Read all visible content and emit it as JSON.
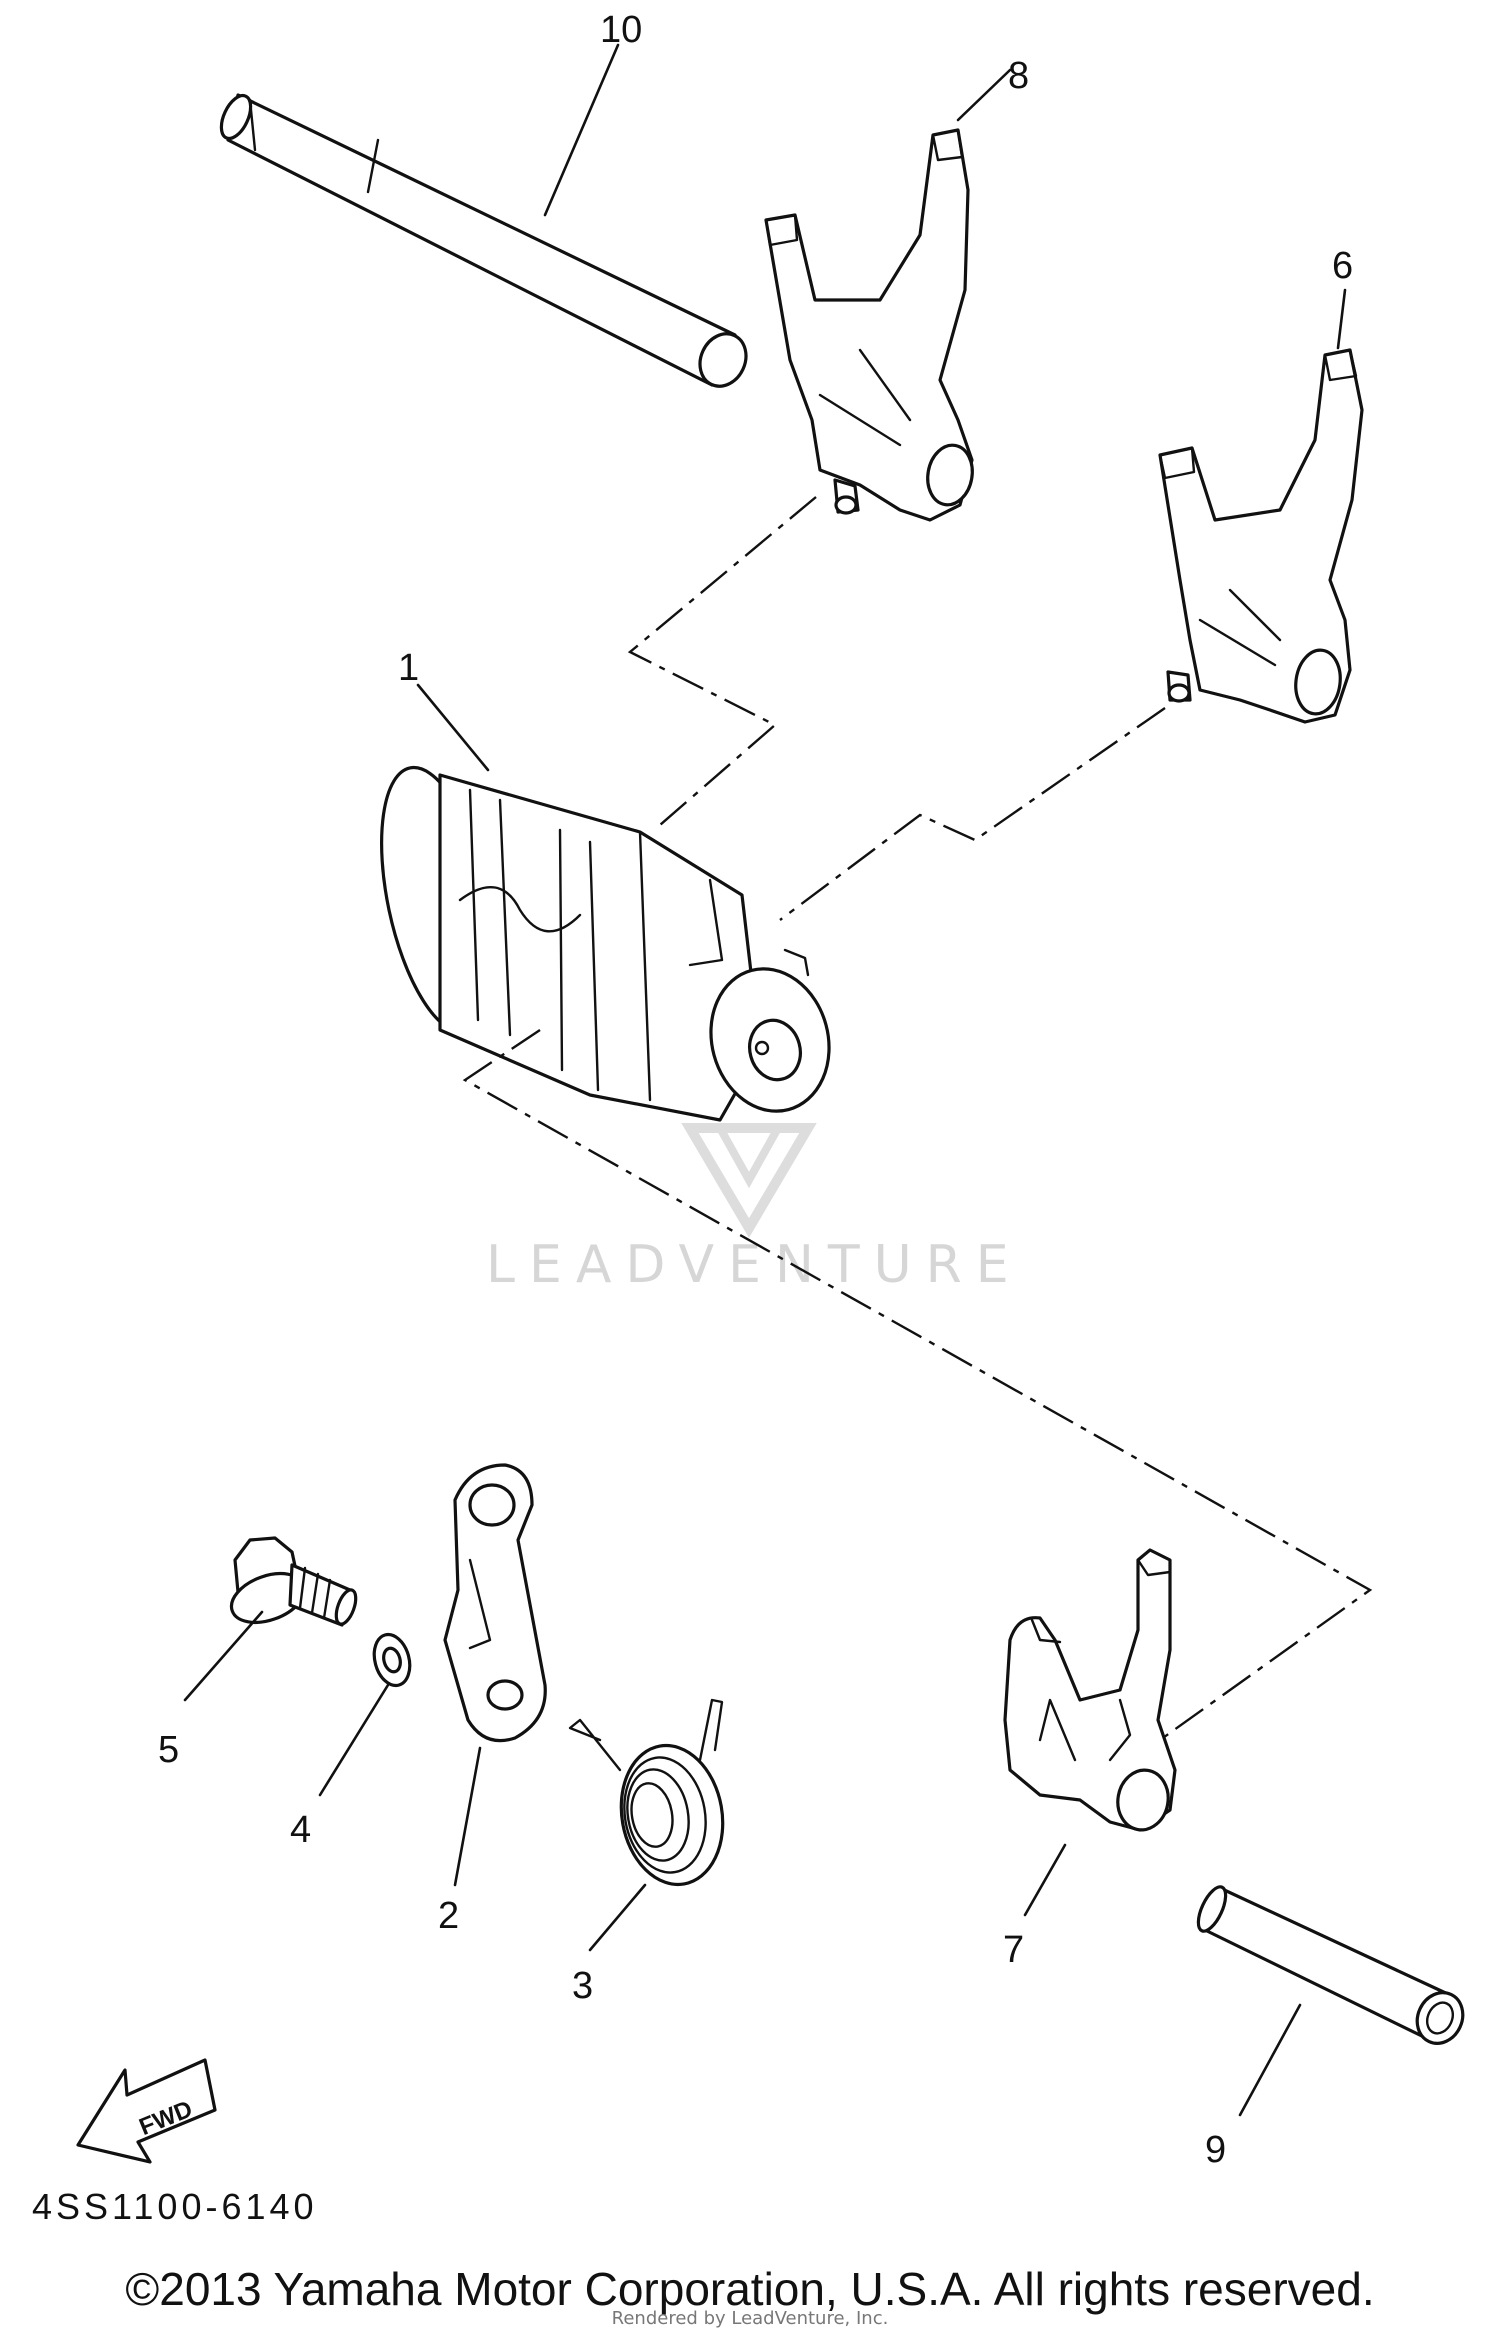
{
  "callouts": {
    "c1": "1",
    "c2": "2",
    "c3": "3",
    "c4": "4",
    "c5": "5",
    "c6": "6",
    "c7": "7",
    "c8": "8",
    "c9": "9",
    "c10": "10"
  },
  "fwd_label": "FWD",
  "watermark": "LEADVENTURE",
  "diagram_code": "4SS1100-6140",
  "copyright": "©2013 Yamaha Motor Corporation, U.S.A. All rights reserved.",
  "rendered_by": "Rendered by LeadVenture, Inc."
}
